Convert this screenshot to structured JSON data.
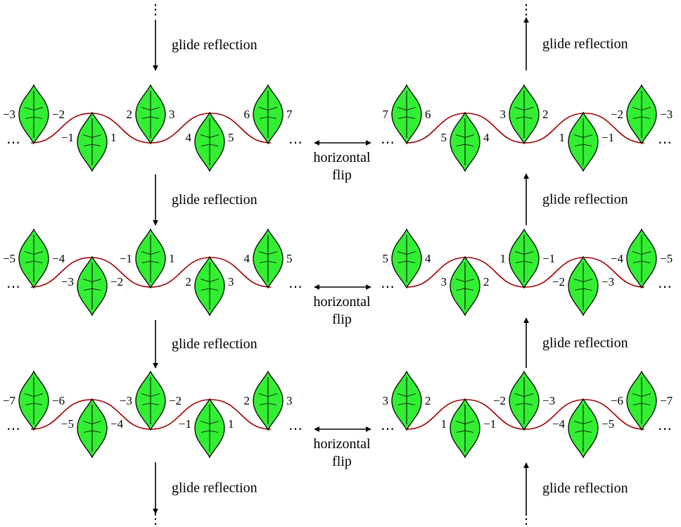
{
  "labels": {
    "glide": "glide reflection",
    "horizontal": "horizontal",
    "flip": "flip",
    "hdots": "⋯",
    "vdots": "⋮"
  },
  "colors": {
    "leaf_fill": "#33ee33",
    "wave": "#a00000",
    "stroke": "#000000"
  },
  "arrows": {
    "left_column": "down",
    "right_column": "up",
    "between_columns": "double-headed"
  },
  "rows": [
    {
      "left": {
        "top": [
          [
            "−3",
            "−2"
          ],
          [
            "2",
            "3"
          ],
          [
            "6",
            "7"
          ]
        ],
        "bottom": [
          [
            "−1",
            "1"
          ],
          [
            "4",
            "5"
          ]
        ]
      },
      "right": {
        "top": [
          [
            "7",
            "6"
          ],
          [
            "3",
            "2"
          ],
          [
            "−2",
            "−3"
          ]
        ],
        "bottom": [
          [
            "5",
            "4"
          ],
          [
            "1",
            "−1"
          ]
        ]
      }
    },
    {
      "left": {
        "top": [
          [
            "−5",
            "−4"
          ],
          [
            "−1",
            "1"
          ],
          [
            "4",
            "5"
          ]
        ],
        "bottom": [
          [
            "−3",
            "−2"
          ],
          [
            "2",
            "3"
          ]
        ]
      },
      "right": {
        "top": [
          [
            "5",
            "4"
          ],
          [
            "1",
            "−1"
          ],
          [
            "−4",
            "−5"
          ]
        ],
        "bottom": [
          [
            "3",
            "2"
          ],
          [
            "−2",
            "−3"
          ]
        ]
      }
    },
    {
      "left": {
        "top": [
          [
            "−7",
            "−6"
          ],
          [
            "−3",
            "−2"
          ],
          [
            "2",
            "3"
          ]
        ],
        "bottom": [
          [
            "−5",
            "−4"
          ],
          [
            "−1",
            "1"
          ]
        ]
      },
      "right": {
        "top": [
          [
            "3",
            "2"
          ],
          [
            "−2",
            "−3"
          ],
          [
            "−6",
            "−7"
          ]
        ],
        "bottom": [
          [
            "1",
            "−1"
          ],
          [
            "−4",
            "−5"
          ]
        ]
      }
    }
  ]
}
